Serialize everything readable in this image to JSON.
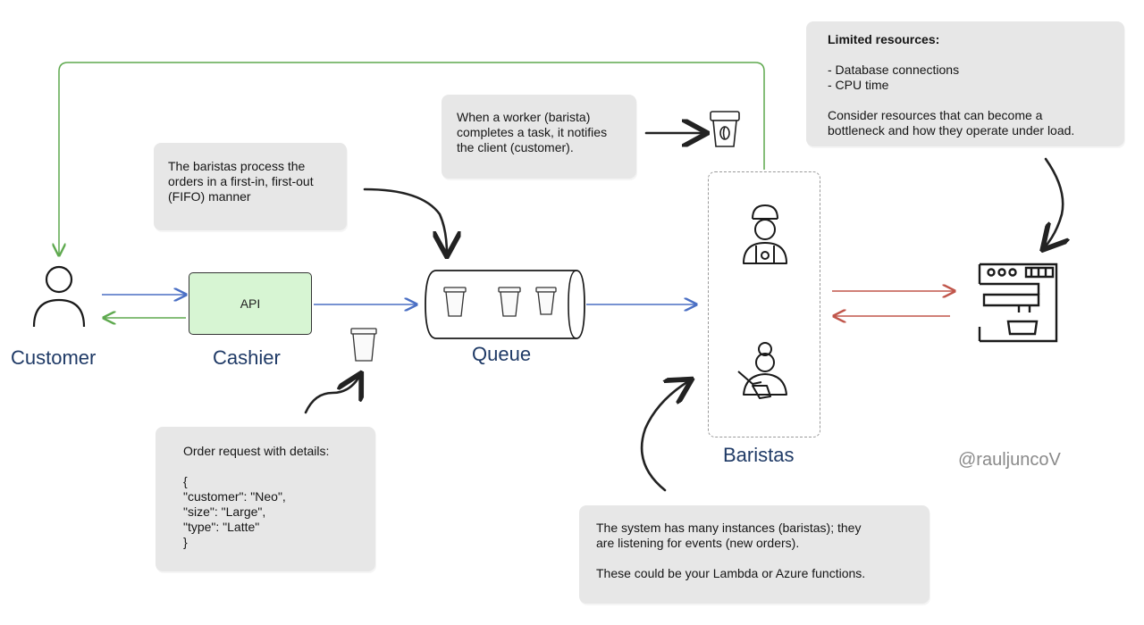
{
  "components": {
    "customer_label": "Customer",
    "cashier_label": "Cashier",
    "api_label": "API",
    "queue_label": "Queue",
    "baristas_label": "Baristas"
  },
  "notes": {
    "fifo": "The baristas process the\norders in a first-in, first-out\n(FIFO) manner",
    "notify": "When a worker (barista)\ncompletes a task, it notifies\nthe client (customer).",
    "resources_title": "Limited resources:",
    "resources_items": [
      "- Database connections",
      "- CPU time"
    ],
    "resources_footer": "Consider resources that can become a\nbottleneck and how they operate under load.",
    "order_title": "Order request with details:",
    "order_json": "{\n   \"customer\": \"Neo\",\n   \"size\": \"Large\",\n   \"type\": \"Latte\"\n}",
    "instances_line1": "The system has many instances (baristas); they\nare listening for events (new orders).",
    "instances_line2": "These could be your Lambda or Azure functions."
  },
  "watermark": "@rauljuncoV",
  "colors": {
    "blue_arrow": "#4a6fc4",
    "green_arrow": "#5ea94e",
    "red_arrow": "#c0554a",
    "label_navy": "#1f3a66",
    "api_fill": "#d7f5d3",
    "note_fill": "#e7e7e7"
  },
  "icons": [
    "person-icon",
    "coffee-cup-icon",
    "barista-male-icon",
    "barista-female-icon",
    "espresso-machine-icon",
    "coffee-cup-with-bean-icon"
  ]
}
